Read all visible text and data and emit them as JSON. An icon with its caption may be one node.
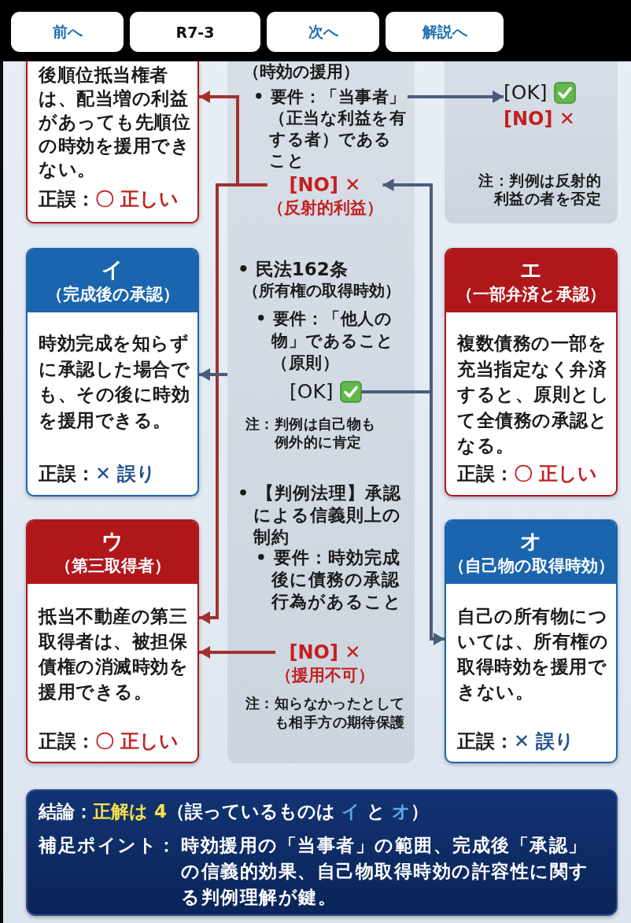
{
  "diagram": {
    "nodes": [
      {
        "text": [
          "前へ"
        ]
      },
      {
        "text": [
          "R7-3"
        ]
      },
      {
        "text": [
          "次へ"
        ]
      },
      {
        "text": [
          "解説へ"
        ]
      },
      {
        "text": [
          "後順位抵当権者は、配当増の利益があっても先順位の時効を援用できない。",
          "正誤：**〇 正しい**"
        ]
      },
      {
        "text": [
          "（時効の援用）",
          "• 民法162条",
          "（所有権の取得時効）",
          "• 要件：「他人の物」であること（原則）",
          "注：判例は自己物も例外的に肯定",
          "• 【判例法理】承認による信義則上の制約",
          "• 要件：時効完成後に債務の承認行為があること",
          "注：知らなかったとしても相手方の期待保護"
        ]
      },
      {
        "text": [
          "• 要件：「当事者」（正当な利益を有する者）であること"
        ],
        "in": 5
      },
      {
        "text": [
          "[NO] ✕",
          "（反射的利益）"
        ],
        "in": 5
      },
      {
        "text": [
          "[OK]"
        ],
        "in": 5
      },
      {
        "text": [
          "[NO] ✕",
          "（援用不可）"
        ],
        "in": 5
      },
      {
        "text": [
          "[NO] ✕",
          "注：判例は反射的利益の者を否定"
        ]
      },
      {
        "text": [
          "[OK]"
        ],
        "in": 10
      },
      {
        "text": [
          "イ",
          "（完成後の承認）",
          "時効完成を知らずに承認した場合でも、その後に時効を援用できる。",
          "正誤：**✕ 誤り**"
        ]
      },
      {
        "text": [
          "エ",
          "（一部弁済と承認）",
          "複数債務の一部を充当指定なく弁済すると、原則として全債務の承認となる。",
          "正誤：**〇 正しい**"
        ]
      },
      {
        "text": [
          "ウ",
          "（第三取得者）",
          "抵当不動産の第三取得者は、被担保債権の消滅時効を援用できる。",
          "正誤：**〇 正しい**"
        ]
      },
      {
        "text": [
          "オ",
          "（自己物の取得時効）",
          "自己の所有物については、所有権の取得時効を援用できない。",
          "正誤：**✕ 誤り**"
        ]
      },
      {
        "text": [
          "結論：**正解は 4**（誤っているものは *イ* と *オ*）",
          "補足ポイント：",
          "時効援用の「当事者」の範囲、完成後「承認」の信義的効果、自己物取得時効の許容性に関する判例理解が鍵。"
        ]
      }
    ],
    "edges": [
      {
        "from": 6,
        "to": 11,
        "arrow": "to"
      },
      {
        "from": 7,
        "to": 4,
        "arrow": "to",
        "color": "#a3302d"
      },
      {
        "from": 7,
        "to": 14,
        "arrow": "to",
        "color": "#a3302d"
      },
      {
        "from": 8,
        "to": 7,
        "arrow": "to"
      },
      {
        "from": 8,
        "to": 15,
        "arrow": "to"
      },
      {
        "from": 5,
        "to": 12,
        "arrow": "to"
      },
      {
        "from": 9,
        "to": 14,
        "arrow": "to",
        "color": "#a3302d"
      }
    ]
  }
}
